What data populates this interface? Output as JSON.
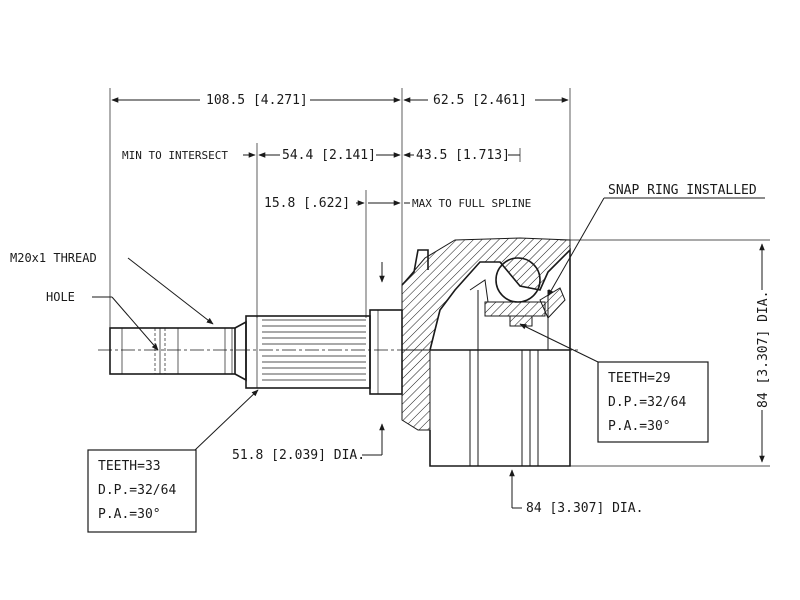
{
  "dimensions": {
    "overall_shaft_length": "108.5 [4.271]",
    "housing_length": "62.5 [2.461]",
    "min_to_intersect_label": "MIN TO INTERSECT",
    "min_to_intersect_value": "54.4 [2.141]",
    "housing_to_intersect": "43.5 [1.713]",
    "spline_offset": "15.8 [.622]",
    "max_to_full_spline": "MAX TO FULL SPLINE",
    "shaft_diameter": "51.8 [2.039] DIA.",
    "housing_diameter_bottom": "84 [3.307] DIA.",
    "housing_diameter_side": "84 [3.307] DIA."
  },
  "callouts": {
    "thread": "M20x1 THREAD",
    "hole": "HOLE",
    "snap_ring": "SNAP RING INSTALLED"
  },
  "spec_boxes": {
    "outer": [
      "TEETH=33",
      "D.P.=32/64",
      "P.A.=30°"
    ],
    "inner": [
      "TEETH=29",
      "D.P.=32/64",
      "P.A.=30°"
    ]
  }
}
